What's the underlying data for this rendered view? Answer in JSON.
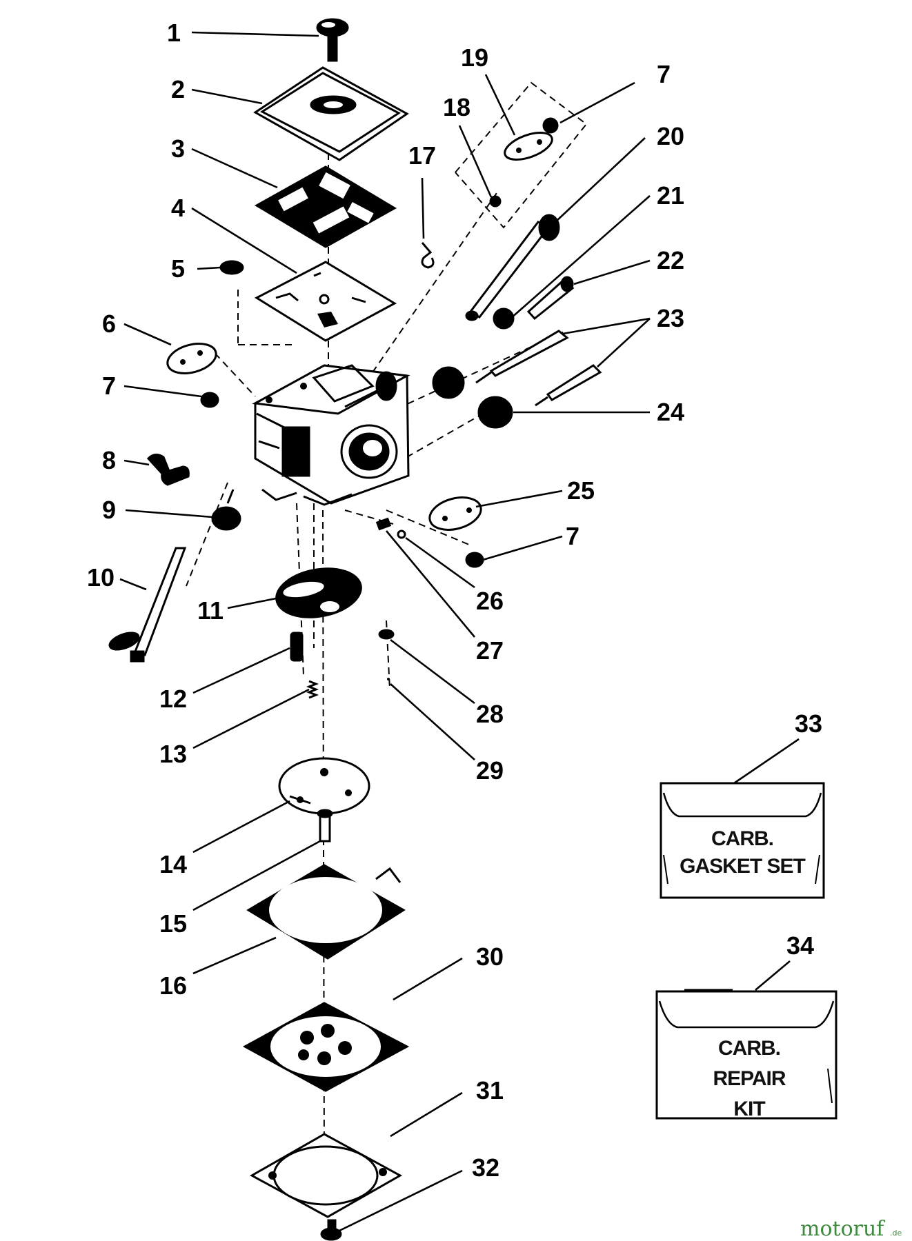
{
  "diagram": {
    "callouts": [
      "1",
      "2",
      "3",
      "4",
      "5",
      "6",
      "7",
      "7",
      "8",
      "9",
      "10",
      "11",
      "12",
      "13",
      "14",
      "15",
      "16",
      "17",
      "18",
      "19",
      "20",
      "21",
      "22",
      "23",
      "24",
      "25",
      "7",
      "26",
      "27",
      "28",
      "29",
      "30",
      "31",
      "32",
      "33",
      "34"
    ],
    "kits": {
      "gasket_set": {
        "number": "33",
        "line1": "CARB.",
        "line2": "GASKET SET"
      },
      "repair_kit": {
        "number": "34",
        "line1": "CARB.",
        "line2": "REPAIR",
        "line3": "KIT"
      }
    },
    "watermark": {
      "logo": "motoruf",
      "tld": ".de"
    }
  }
}
